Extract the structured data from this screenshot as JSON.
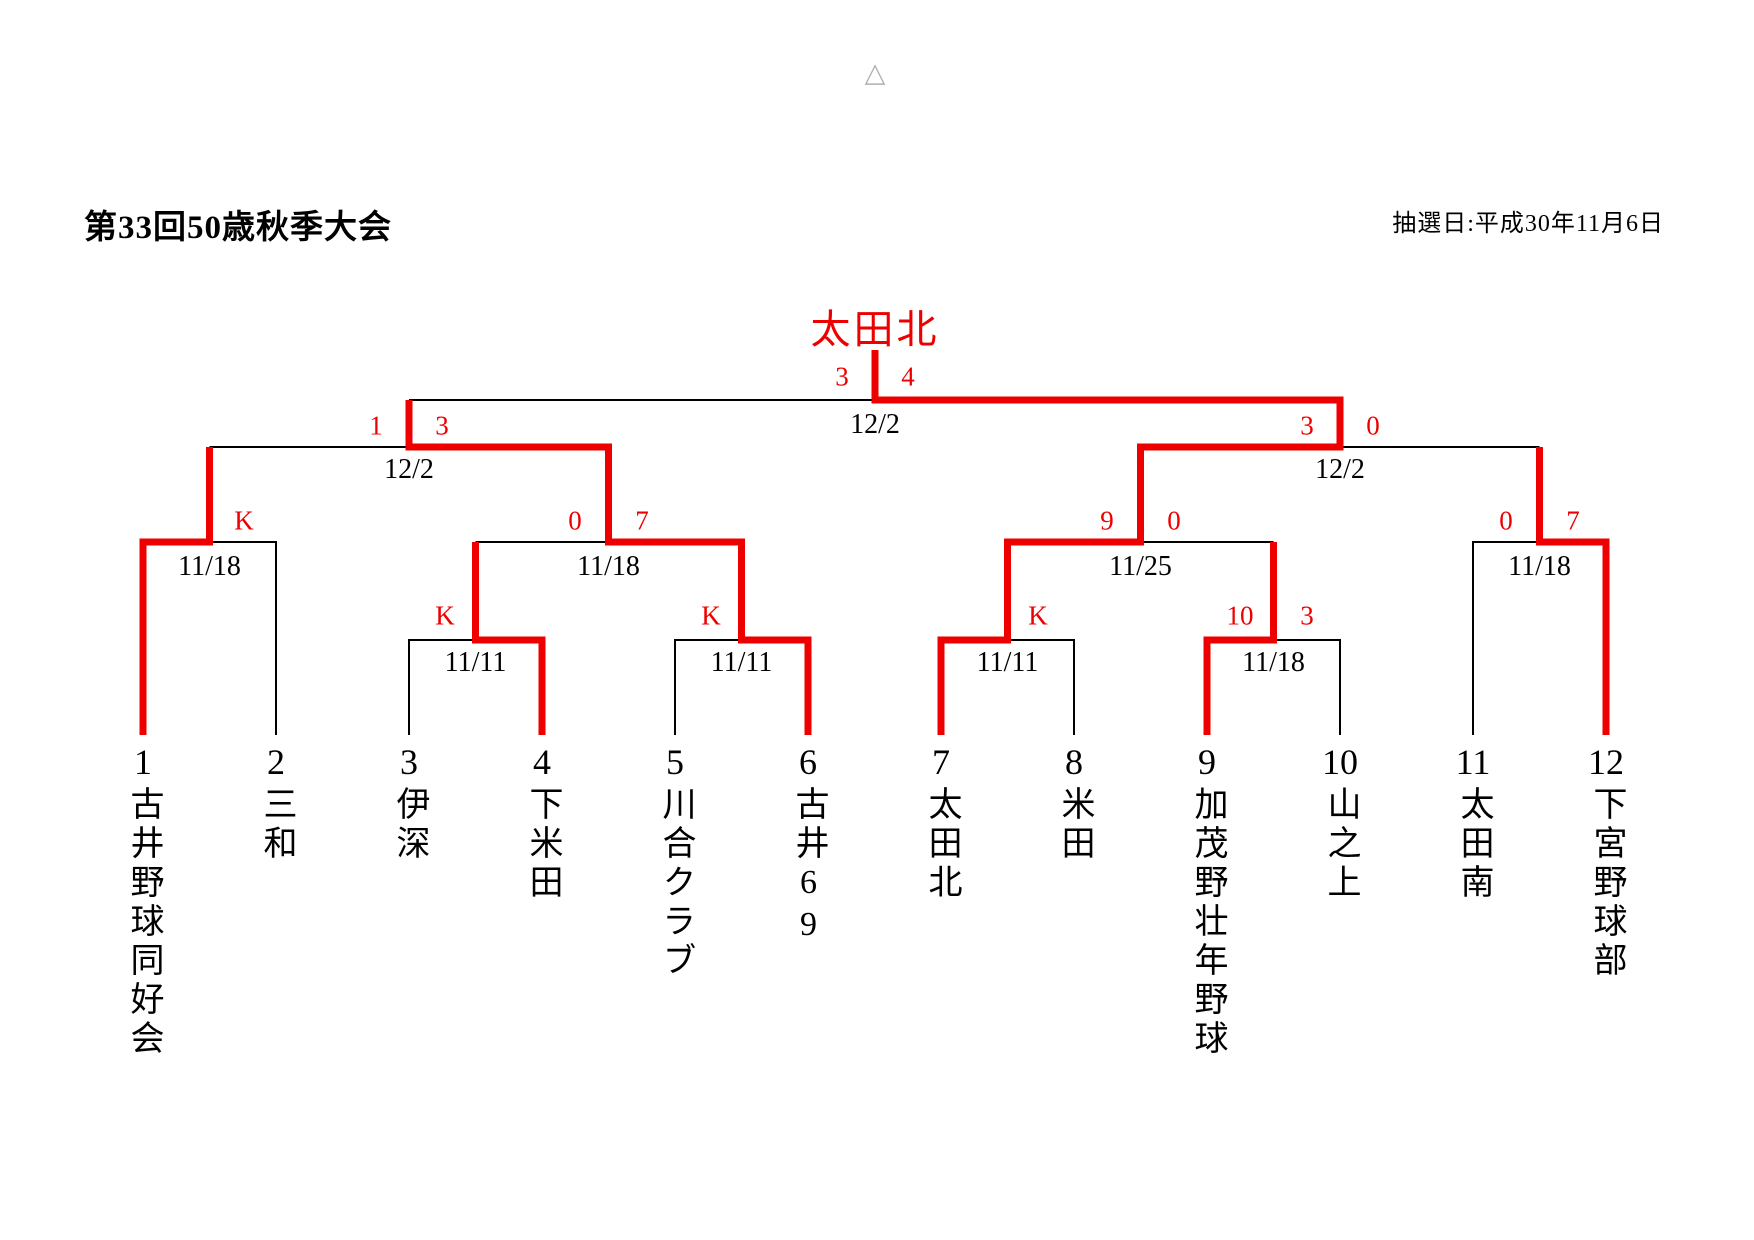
{
  "header": {
    "title": "第33回50歳秋季大会",
    "draw_date": "抽選日:平成30年11月6日"
  },
  "decoration": {
    "triangle": "△"
  },
  "champion": {
    "name": "太田北"
  },
  "teams": [
    {
      "number": "1",
      "name": "古井野球同好会"
    },
    {
      "number": "2",
      "name": "三和"
    },
    {
      "number": "3",
      "name": "伊深"
    },
    {
      "number": "4",
      "name": "下米田"
    },
    {
      "number": "5",
      "name": "川合クラブ"
    },
    {
      "number": "6",
      "name": "古井69"
    },
    {
      "number": "7",
      "name": "太田北"
    },
    {
      "number": "8",
      "name": "米田"
    },
    {
      "number": "9",
      "name": "加茂野壮年野球"
    },
    {
      "number": "10",
      "name": "山之上"
    },
    {
      "number": "11",
      "name": "太田南"
    },
    {
      "number": "12",
      "name": "下宮野球部"
    }
  ],
  "matches": {
    "r1_m12": {
      "round": "round1",
      "date": "11/18",
      "score_right": "K",
      "winner": "古井野球同好会"
    },
    "r1_m34": {
      "round": "round1",
      "date": "11/11",
      "score_left": "K",
      "winner": "下米田"
    },
    "r1_m56": {
      "round": "round1",
      "date": "11/11",
      "score_left": "K",
      "winner": "古井69"
    },
    "r1_m78": {
      "round": "round1",
      "date": "11/11",
      "score_right": "K",
      "winner": "太田北"
    },
    "r1_m910": {
      "round": "round1",
      "date": "11/18",
      "score_left": "10",
      "score_right": "3",
      "winner": "加茂野壮年野球"
    },
    "r1_m1112": {
      "round": "round1",
      "date": "11/18",
      "score_left": "0",
      "score_right": "7",
      "winner": "下宮野球部"
    },
    "qf_left": {
      "round": "quarterfinal",
      "date": "11/18",
      "score_left": "0",
      "score_right": "7",
      "winner": "古井69"
    },
    "qf_right": {
      "round": "quarterfinal",
      "date": "11/25",
      "score_left": "9",
      "score_right": "0",
      "winner": "太田北"
    },
    "sf_left": {
      "round": "semifinal",
      "date": "12/2",
      "score_left": "1",
      "score_right": "3",
      "winner": "古井69"
    },
    "sf_right": {
      "round": "semifinal",
      "date": "12/2",
      "score_left": "3",
      "score_right": "0",
      "winner": "太田北"
    },
    "final": {
      "round": "final",
      "date": "12/2",
      "score_left": "3",
      "score_right": "4",
      "winner": "太田北"
    }
  },
  "colors": {
    "winner_path_red": "#ee0000",
    "line_black": "#000000",
    "triangle_gray": "#b1b1b1"
  }
}
